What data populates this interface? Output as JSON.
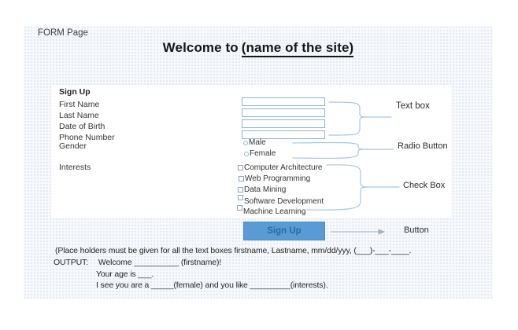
{
  "header": {
    "page_label": "FORM Page",
    "title_prefix": "Welcome to",
    "title_site": "(name of the site)"
  },
  "form": {
    "section_label": "Sign Up",
    "fields": [
      "First Name",
      "Last Name",
      "Date of Birth",
      "Phone Number"
    ],
    "gender": {
      "label": "Gender",
      "options": [
        "Male",
        "Female"
      ]
    },
    "interests": {
      "label": "Interests",
      "options": [
        "Computer Architecture",
        "Web Programming",
        "Data Mining",
        "Software Development",
        "Machine Learning"
      ]
    },
    "submit_label": "Sign Up"
  },
  "annotations": {
    "text_box": "Text box",
    "radio_button": "Radio Button",
    "check_box": "Check Box",
    "button": "Button"
  },
  "notes": {
    "line1": "(Place holders must be given for all the text boxes firstname, Lastname, mm/dd/yyy, (___)-___-____.",
    "line2_prefix": "OUTPUT:",
    "line2": "Welcome __________ (firstname)!",
    "line3": "Your age is ___.",
    "line4": "I see you are a _____(female) and you like _________(interests)."
  },
  "colors": {
    "button_fill": "#5b9bd5",
    "button_border": "#4a8bc7",
    "button_text": "#2d689e",
    "input_border": "#8fb3d4",
    "connector_blue": "#a9c6e0",
    "arrow_gray": "#9fb0c0"
  }
}
